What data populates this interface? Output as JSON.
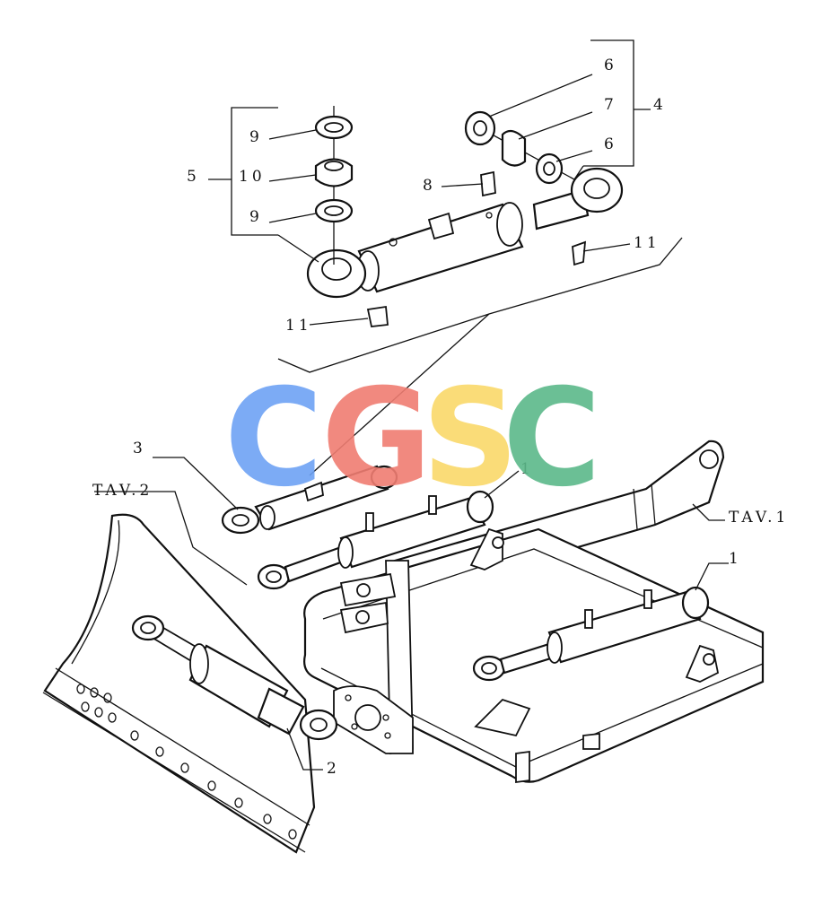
{
  "labels": {
    "l1a": "1",
    "l1b": "1",
    "l2": "2",
    "l3": "3",
    "l4": "4",
    "l5": "5",
    "l6a": "6",
    "l6b": "6",
    "l7": "7",
    "l8": "8",
    "l9a": "9",
    "l9b": "9",
    "l10": "10",
    "l11a": "11",
    "l11b": "11",
    "tav1": "TAV.1",
    "tav2": "TAV.2"
  },
  "watermark": {
    "letters": [
      "C",
      "G",
      "S",
      "C"
    ],
    "colors": [
      "#6ea3f5",
      "#f07d72",
      "#fad96a",
      "#5cb98a"
    ]
  }
}
